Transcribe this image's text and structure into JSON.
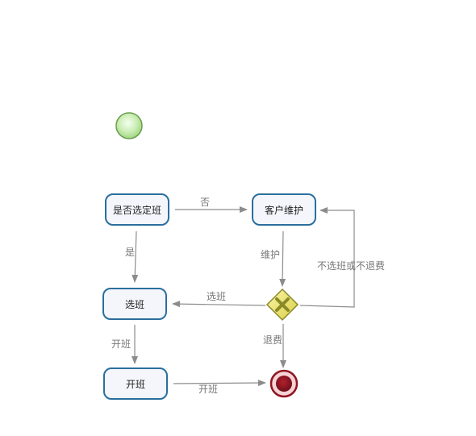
{
  "tasks": {
    "select_check": "是否选定班",
    "customer_maintenance": "客户维护",
    "select_class": "选班",
    "open_class": "开班"
  },
  "edges": {
    "no": "否",
    "yes": "是",
    "maintain": "维护",
    "select_class": "选班",
    "not_select_not_refund": "不选班或不退费",
    "open_class": "开班",
    "refund": "退费"
  },
  "colors": {
    "task_border": "#2a6f9e",
    "task_fill": "#f4f6fc",
    "edge": "#8c8c8c",
    "edge_label": "#777777",
    "start_event": "#b9e7a0",
    "gateway": "#e9e36a",
    "gateway_mark": "#8a8a2a",
    "end_event": "#8e1621"
  },
  "icons": {
    "start": "start-event-circle",
    "gateway": "exclusive-gateway-x",
    "end": "end-event-circle"
  }
}
